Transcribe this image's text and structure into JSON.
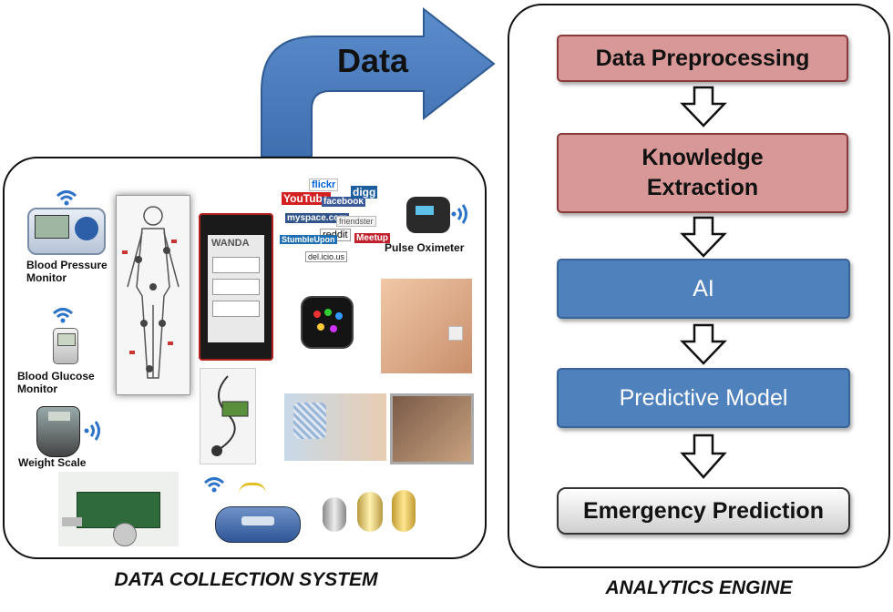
{
  "arrow_label": "Data",
  "collection": {
    "caption": "DATA COLLECTION SYSTEM",
    "devices": {
      "blood_pressure": "Blood Pressure Monitor",
      "blood_glucose": "Blood Glucose Monitor",
      "weight_scale": "Weight Scale",
      "pulse_oximeter": "Pulse Oximeter"
    },
    "app_name": "WANDA",
    "social": [
      "flickr",
      "YouTube",
      "facebook",
      "digg",
      "myspace.com",
      "friendster",
      "reddit",
      "StumbleUpon",
      "Meetup",
      "del.icio.us"
    ]
  },
  "engine": {
    "caption": "ANALYTICS ENGINE",
    "steps": [
      "Data Preprocessing",
      "Knowledge Extraction",
      "AI",
      "Predictive Model",
      "Emergency Prediction"
    ]
  }
}
